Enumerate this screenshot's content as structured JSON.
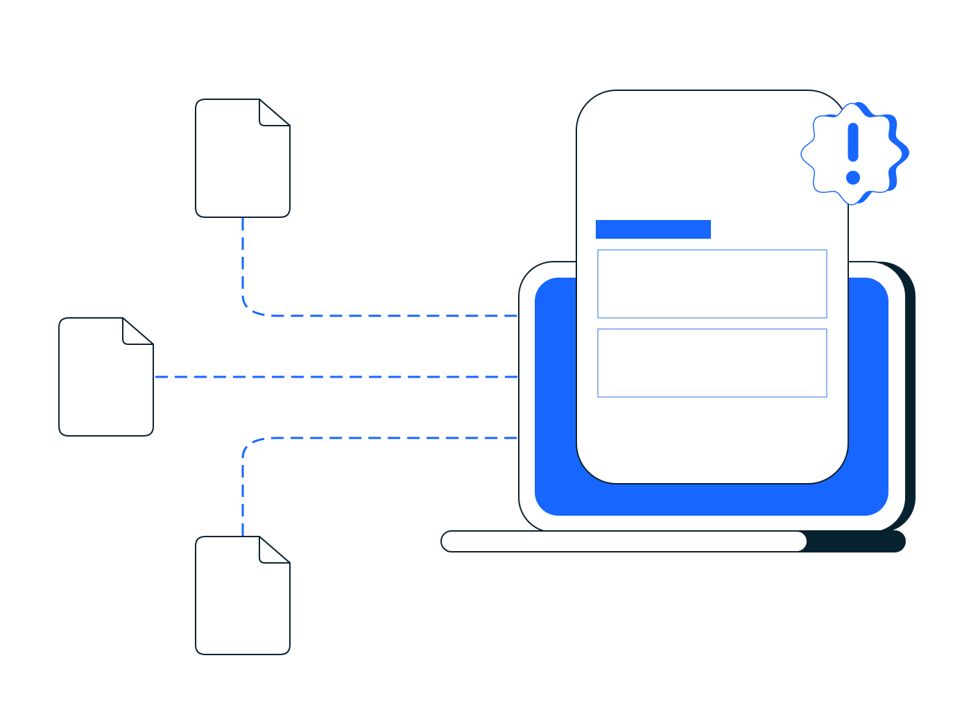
{
  "colors": {
    "accent": "#1766ff",
    "outline": "#0b2230",
    "shadow": "#06222e",
    "background": "#ffffff",
    "paper": "#ffffff",
    "field_border": "#4a86f0"
  },
  "icons": {
    "source_documents": [
      "document-icon",
      "document-icon",
      "document-icon"
    ],
    "alert": "exclamation-badge-icon",
    "device": "laptop-icon"
  },
  "diagram": {
    "source_count": 3,
    "form_field_count": 2,
    "connector_style": "dashed"
  }
}
